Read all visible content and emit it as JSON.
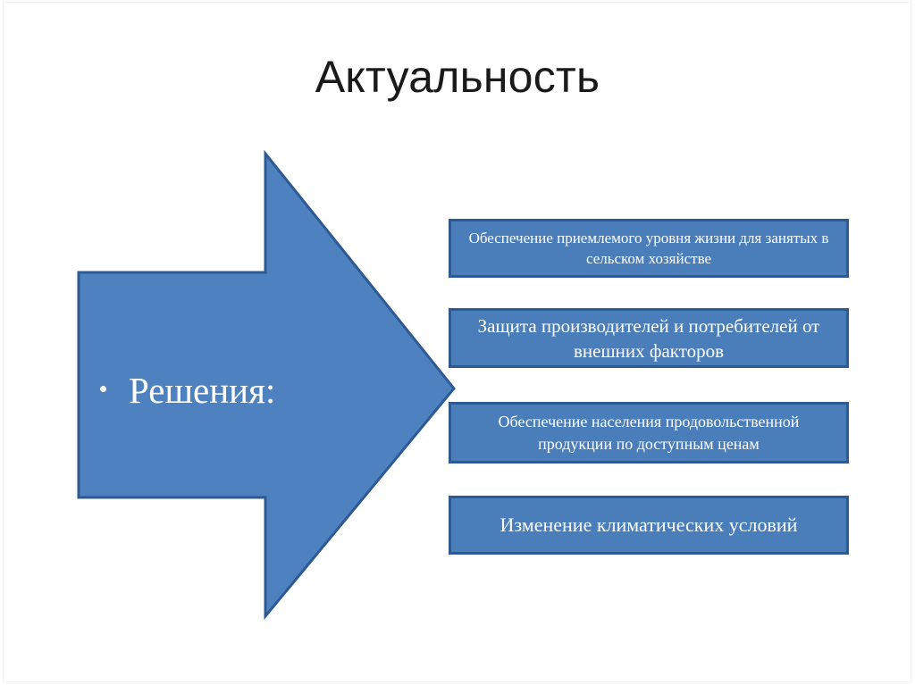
{
  "slide": {
    "title": "Актуальность",
    "background_color": "#ffffff",
    "frame_color": "#f4f4f6"
  },
  "arrow": {
    "name": "right-pointing-arrow",
    "fill_color": "#4e81c0",
    "stroke_color": "#2d5a92",
    "bullet": "•",
    "label": "Решения:",
    "label_color": "#ffffff"
  },
  "boxes": {
    "fill_color": "#4a7ebb",
    "border_color": "#2d5a92",
    "text_color": "#ffffff",
    "items": [
      {
        "text": "Обеспечение приемлемого уровня жизни для занятых в сельском хозяйстве"
      },
      {
        "text": "Защита производителей и потребителей от внешних факторов"
      },
      {
        "text": "Обеспечение населения продовольственной продукции по доступным ценам"
      },
      {
        "text": "Изменение климатических условий"
      }
    ]
  }
}
